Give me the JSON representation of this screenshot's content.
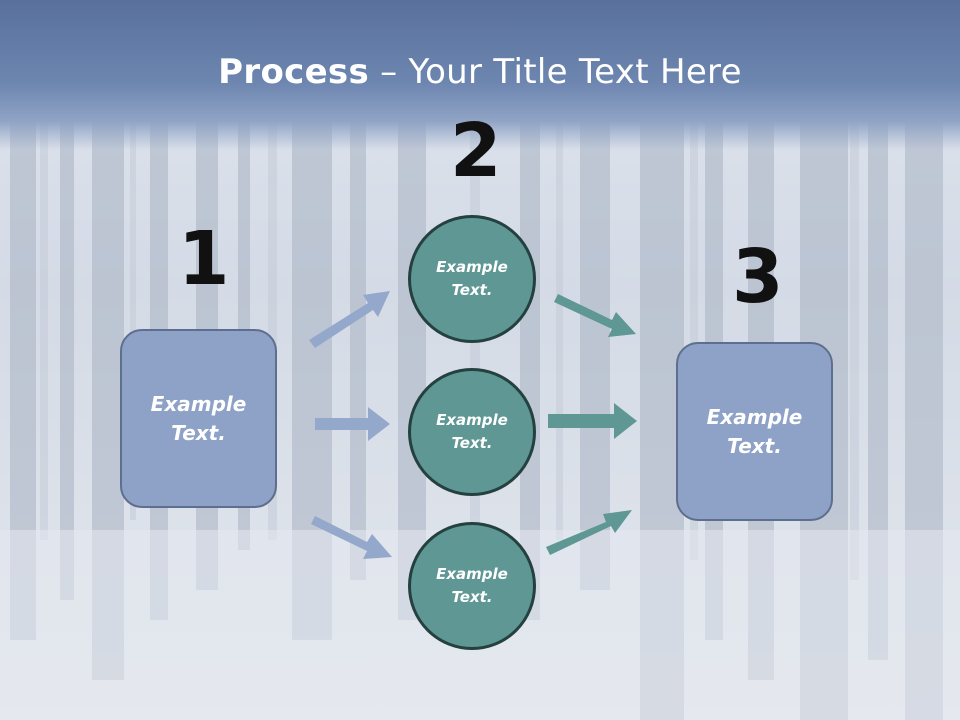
{
  "title": {
    "bold": "Process",
    "rest": " – Your Title Text Here"
  },
  "steps": {
    "one": "1",
    "two": "2",
    "three": "3"
  },
  "left_box": {
    "text": "Example\nText."
  },
  "circles": [
    {
      "text": "Example\nText."
    },
    {
      "text": "Example\nText."
    },
    {
      "text": "Example\nText."
    }
  ],
  "right_box": {
    "text": "Example\nText."
  },
  "colors": {
    "header": "#6d86b0",
    "box_fill": "#8ea1c6",
    "circle_fill": "#5e9794",
    "arrow_left": "#94a8cc",
    "arrow_right": "#5e9794"
  }
}
